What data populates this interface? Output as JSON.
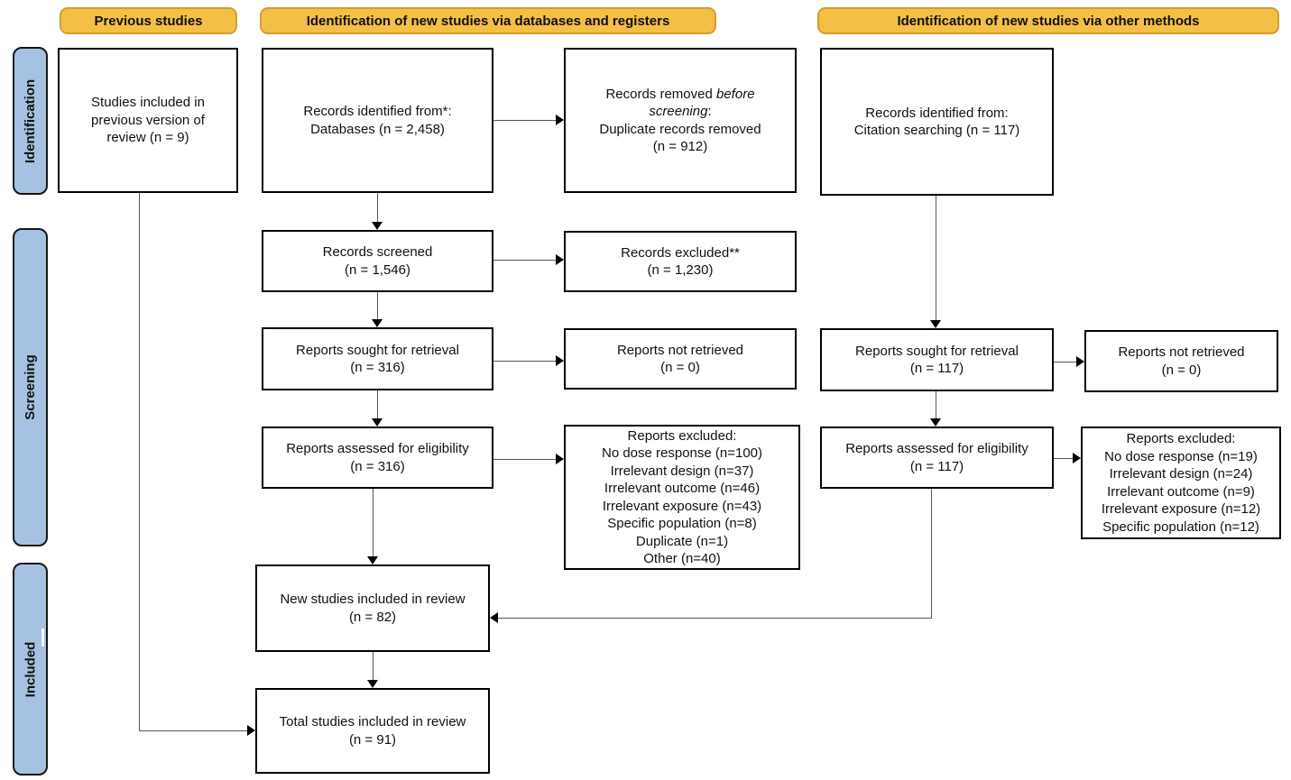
{
  "diagram": {
    "column_headers": {
      "previous": "Previous studies",
      "databases": "Identification of new studies via databases and registers",
      "other": "Identification of new studies via other methods"
    },
    "stage_labels": {
      "identification": "Identification",
      "screening": "Screening",
      "included": "Included"
    },
    "colors": {
      "header_fill": "#F4BF45",
      "header_border": "#D89B2D",
      "stage_fill": "#A6C2E2",
      "box_border": "#000000",
      "connector_line": "#555555"
    },
    "boxes": {
      "previous_studies": {
        "lines": [
          "Studies included in",
          "previous version of",
          "review (n = 9)"
        ]
      },
      "records_identified": {
        "lines": [
          "Records identified from*:",
          "Databases (n = 2,458)"
        ]
      },
      "records_removed": {
        "line1_text": "Records removed ",
        "line1_italic": "before",
        "line2_italic": "screening",
        "line2_text": ":",
        "rest": [
          "Duplicate records removed",
          "(n = 912)"
        ]
      },
      "records_screened": {
        "lines": [
          "Records screened",
          "(n = 1,546)"
        ]
      },
      "records_excluded": {
        "lines": [
          "Records excluded**",
          "(n = 1,230)"
        ]
      },
      "reports_sought_db": {
        "lines": [
          "Reports sought for retrieval",
          "(n = 316)"
        ]
      },
      "reports_not_retrieved_db": {
        "lines": [
          "Reports not retrieved",
          "(n = 0)"
        ]
      },
      "reports_assessed_db": {
        "lines": [
          "Reports assessed for eligibility",
          "(n = 316)"
        ]
      },
      "reports_excluded_db": {
        "lines": [
          "Reports excluded:",
          "No dose response (n=100)",
          "Irrelevant design (n=37)",
          "Irrelevant outcome (n=46)",
          "Irrelevant exposure (n=43)",
          "Specific population (n=8)",
          "Duplicate (n=1)",
          "Other (n=40)"
        ]
      },
      "new_studies": {
        "lines": [
          "New studies included in review",
          "(n = 82)"
        ]
      },
      "total_studies": {
        "lines": [
          "Total studies included in review",
          "(n = 91)"
        ]
      },
      "citation_searching": {
        "lines": [
          "Records identified from:",
          "Citation searching (n = 117)"
        ]
      },
      "reports_sought_other": {
        "lines": [
          "Reports sought for retrieval",
          "(n = 117)"
        ]
      },
      "reports_not_retrieved_other": {
        "lines": [
          "Reports not retrieved",
          "(n = 0)"
        ]
      },
      "reports_assessed_other": {
        "lines": [
          "Reports assessed for eligibility",
          "(n = 117)"
        ]
      },
      "reports_excluded_other": {
        "lines": [
          "Reports excluded:",
          "No dose response (n=19)",
          "Irrelevant design (n=24)",
          "Irrelevant outcome (n=9)",
          "Irrelevant exposure (n=12)",
          "Specific population (n=12)"
        ]
      }
    }
  }
}
